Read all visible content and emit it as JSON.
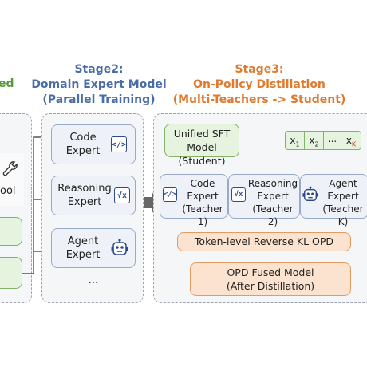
{
  "stage1": {
    "title_fragment": "ed",
    "tool_fragment": "ool"
  },
  "stage2": {
    "title_line1": "Stage2:",
    "title_line2": "Domain Expert Model",
    "title_line3": "(Parallel Training)",
    "experts": [
      {
        "label": "Code\nExpert",
        "icon": "code-icon",
        "glyph": "</>"
      },
      {
        "label": "Reasoning\nExpert",
        "icon": "sqrt-icon",
        "glyph": "√x"
      },
      {
        "label": "Agent\nExpert",
        "icon": "robot-icon",
        "glyph": ""
      }
    ],
    "more": "..."
  },
  "stage3": {
    "title_line1": "Stage3:",
    "title_line2": "On-Policy Distillation",
    "title_line3": "(Multi-Teachers -> Student)",
    "student_line1": "Unified SFT Model",
    "student_line2": "(Student)",
    "tokens": [
      {
        "base": "x",
        "sub": "1"
      },
      {
        "base": "x",
        "sub": "2"
      },
      {
        "base": "...",
        "sub": ""
      },
      {
        "base": "x",
        "sub": "K"
      }
    ],
    "teachers": [
      {
        "label": "Code\nExpert\n(Teacher 1)",
        "icon": "code-icon",
        "glyph": "</>"
      },
      {
        "label": "Reasoning\nExpert\n(Teacher 2)",
        "icon": "sqrt-icon",
        "glyph": "√x"
      },
      {
        "label": "Agent\nExpert\n(Teacher K)",
        "icon": "robot-icon",
        "glyph": ""
      }
    ],
    "opd_label": "Token-level Reverse KL OPD",
    "fused_line1": "OPD Fused Model",
    "fused_line2": "(After Distillation)"
  },
  "colors": {
    "stage2_title": "#4a6da7",
    "stage3_title": "#e07a2e",
    "stage1_title": "#5a9a3a",
    "panel_border": "#9aa3ae",
    "expert_fill": "#eef1f7",
    "green_fill": "#e6f3df",
    "orange_fill": "#fce3cf",
    "icon_color": "#2f4a8a"
  }
}
